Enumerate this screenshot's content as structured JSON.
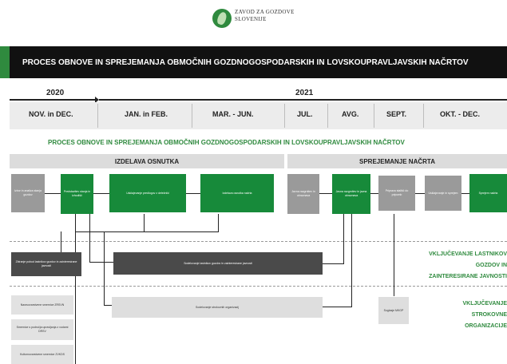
{
  "logo": {
    "line1": "ZAVOD ZA GOZDOVE",
    "line2": "SLOVENIJE"
  },
  "title": "PROCES OBNOVE IN SPREJEMANJA OBMOČNIH GOZDNOGOSPODARSKIH IN LOVSKOUPRAVLJAVSKIH NAČRTOV",
  "years": [
    "2020",
    "2021"
  ],
  "periods": [
    "NOV. in DEC.",
    "JAN. in FEB.",
    "MAR. - JUN.",
    "JUL.",
    "AVG.",
    "SEPT.",
    "OKT. - DEC."
  ],
  "subtitle": "PROCES OBNOVE IN SPREJEMANJA OBMOČNIH GOZDNOGOSPODARSKIH IN LOVSKOUPRAVLJAVSKIH NAČRTOV",
  "phases": [
    "IZDELAVA OSNUTKA",
    "SPREJEMANJE NAČRTA"
  ],
  "boxes": {
    "b1": "Izbor in analiza stanja gozdov",
    "b2": "Predstavitev stanja in izhodišč",
    "b3": "Usklajevanje predlogov z deležniki",
    "b4": "Izdelava osnutka načrta",
    "b5": "Javna razgrnitev in obravnava",
    "b6": "Javna razgrnitev in javna obravnava",
    "b7": "Priprava stališč do pripomb",
    "b8": "Usklajevanje in sprejem",
    "b9": "Sprejem načrta",
    "c1": "Zbiranje pobud lastnikov gozdov in zainteresirane javnosti",
    "c2": "Sodelovanje lastnikov gozdov in zainteresirane javnosti",
    "d1": "Sodelovanje strokovnih organizacij",
    "d2": "Soglasje MKGP",
    "s1": "Naravovarstvene smernice ZRSVN",
    "s2": "Smernice s področja upravljanja z vodami DRSV",
    "s3": "Kulturnovarstvene smernice ZVKDS"
  },
  "side_labels": {
    "owners": [
      "VKLJUČEVANJE LASTNIKOV",
      "GOZDOV IN",
      "ZAINTERESIRANE JAVNOSTI"
    ],
    "experts": [
      "VKLJUČEVANJE",
      "STROKOVNE",
      "ORGANIZACIJE"
    ]
  }
}
